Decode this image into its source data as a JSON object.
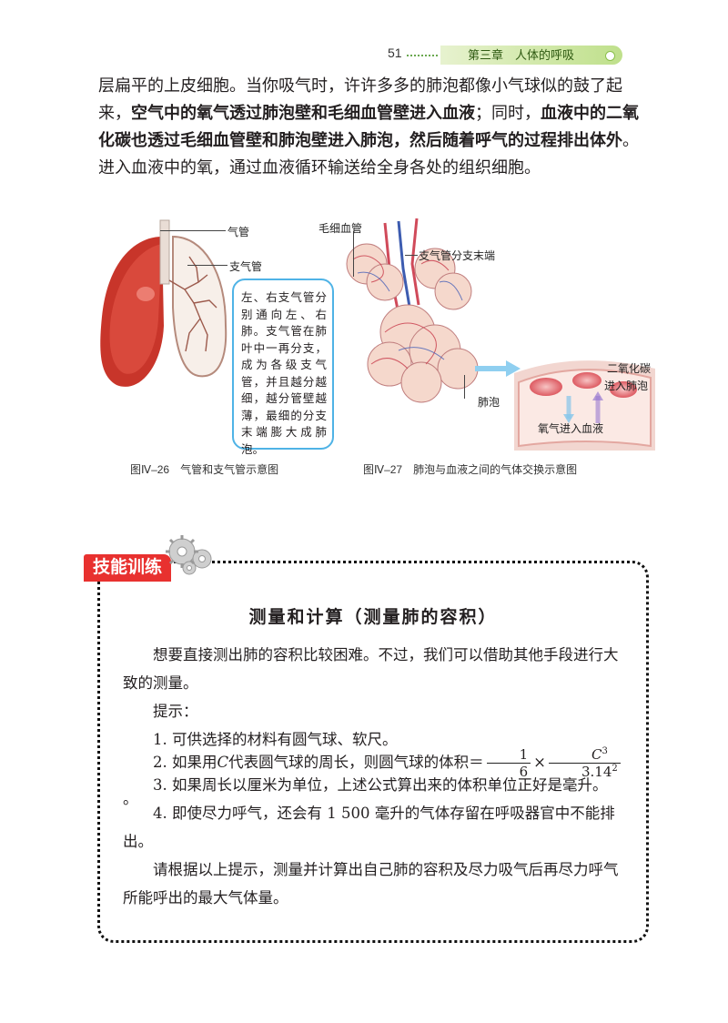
{
  "header": {
    "page_number": "51",
    "chapter": "第三章　人体的呼吸"
  },
  "body": {
    "p1a": "层扁平的上皮细胞。当你吸气时，许许多多的肺泡都像小气球似的鼓了起来，",
    "p1b": "空气中的氧气透过肺泡壁和毛细血管壁进入血液",
    "p1c": "；同时，",
    "p1d": "血液中的二氧化碳也透过毛细血管壁和肺泡壁进入肺泡，然后随着呼气的过程排出体外",
    "p1e": "。",
    "p2": "进入血液中的氧，通过血液循环输送给全身各处的组织细胞。"
  },
  "figure26": {
    "label_trachea": "气管",
    "label_bronchi": "支气管",
    "bubble": "左、右支气管分别通向左、右肺。支气管在肺叶中一再分支，成为各级支气管，并且越分越细，越分管壁越薄，最细的分支末端膨大成肺泡。",
    "caption": "图Ⅳ–26　气管和支气管示意图"
  },
  "figure27": {
    "label_capillary": "毛细血管",
    "label_bronchiole_end": "支气管分支末端",
    "label_alveolus": "肺泡",
    "label_co2_line1": "二氧化碳",
    "label_co2_line2": "进入肺泡",
    "label_o2": "氧气进入血液",
    "caption": "图Ⅳ–27　肺泡与血液之间的气体交换示意图"
  },
  "skill": {
    "tab": "技能训练",
    "title": "测量和计算（测量肺的容积）",
    "intro": "想要直接测出肺的容积比较困难。不过，我们可以借助其他手段进行大致的测量。",
    "hint_label": "提示：",
    "hint1": "1. 可供选择的材料有圆气球、软尺。",
    "hint2_prefix": "2. 如果用",
    "hint2_var": "C",
    "hint2_mid": "代表圆气球的周长，则圆气球的体积＝",
    "frac1_num": "1",
    "frac1_den": "6",
    "times": "×",
    "frac2_num": "C",
    "frac2_num_exp": "3",
    "frac2_den": "3.14",
    "frac2_den_exp": "2",
    "hint2_end": "。",
    "hint3": "3. 如果周长以厘米为单位，上述公式算出来的体积单位正好是毫升。",
    "hint4": "4. 即使尽力呼气，还会有 1 500 毫升的气体存留在呼吸器官中不能排出。",
    "task": "请根据以上提示，测量并计算出自己肺的容积及尽力吸气后再尽力呼气所能呼出的最大气体量。"
  },
  "colors": {
    "accent_red": "#e8312f",
    "bubble_blue": "#4fb3e6",
    "header_green": "#bfe08b"
  }
}
